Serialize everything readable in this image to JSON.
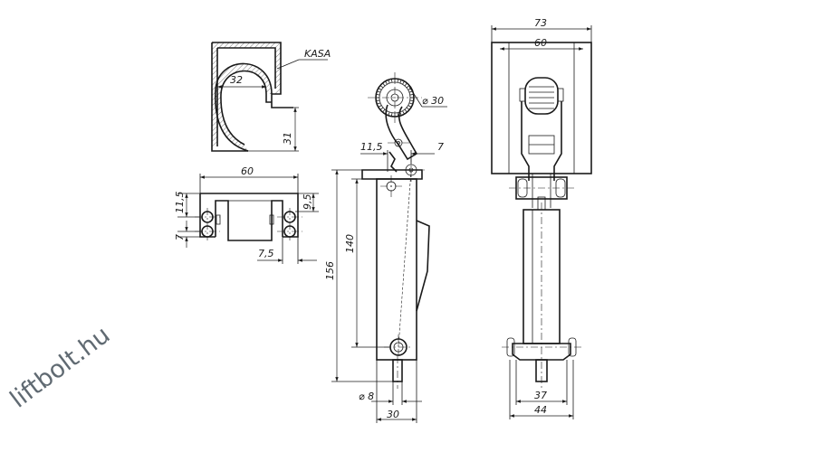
{
  "watermark": "liftbolt.hu",
  "profile": {
    "label": "KASA",
    "dim_width": "32",
    "dim_height": "31"
  },
  "bracket": {
    "dim_width": "60",
    "dim_left": "11,5",
    "dim_hole": "7",
    "dim_right": "9,5",
    "dim_bottom": "7,5"
  },
  "side": {
    "dim_roller": "⌀ 30",
    "dim_offset": "11,5",
    "dim_gap": "7",
    "dim_inner": "140",
    "dim_total": "156",
    "dim_pin": "⌀ 8",
    "dim_base": "30"
  },
  "front": {
    "dim_outer": "73",
    "dim_inner": "60",
    "dim_body": "37",
    "dim_base": "44"
  }
}
